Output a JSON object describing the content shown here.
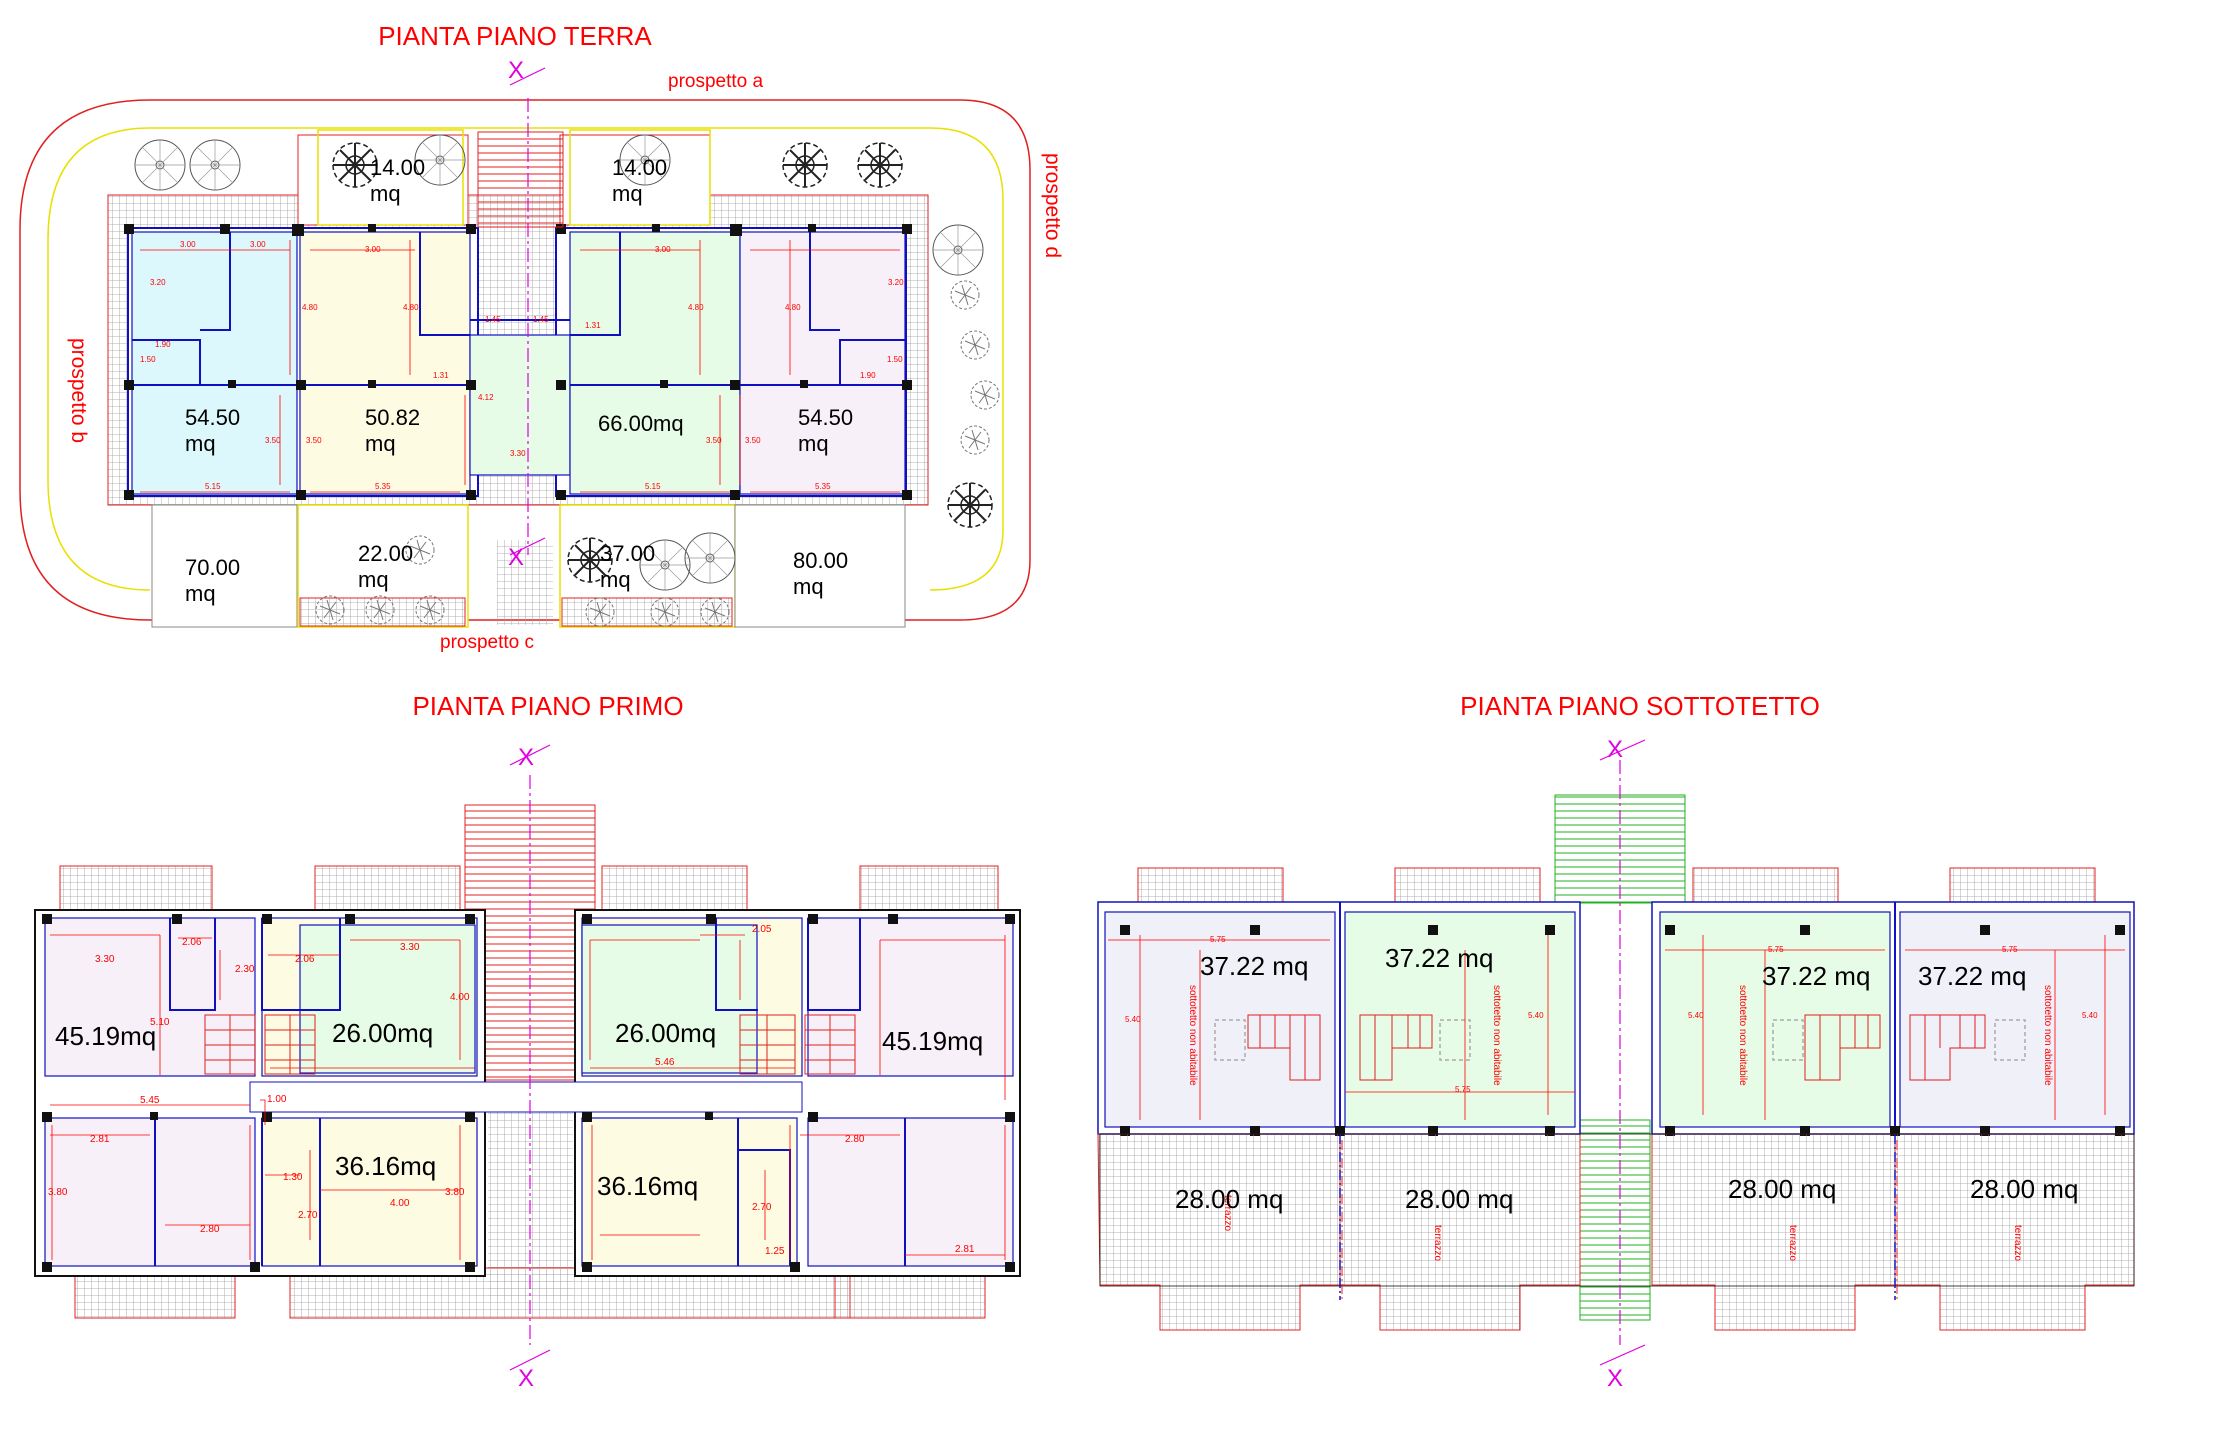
{
  "titles": {
    "ground": "PIANTA PIANO TERRA",
    "first": "PIANTA PIANO PRIMO",
    "attic": "PIANTA PIANO SOTTOTETTO"
  },
  "facades": {
    "a": "prospetto a",
    "b": "prospetto b",
    "c": "prospetto c",
    "d": "prospetto d"
  },
  "cut_marker": "X",
  "ground_floor": {
    "courts_top": [
      {
        "value": "14.00",
        "unit": "mq"
      },
      {
        "value": "14.00",
        "unit": "mq"
      }
    ],
    "units": [
      {
        "value": "54.50",
        "unit": "mq"
      },
      {
        "value": "50.82",
        "unit": "mq"
      },
      {
        "value": "66.00mq",
        "unit": ""
      },
      {
        "value": "54.50",
        "unit": "mq"
      }
    ],
    "gardens_bottom": [
      {
        "value": "70.00",
        "unit": "mq"
      },
      {
        "value": "22.00",
        "unit": "mq"
      },
      {
        "value": "37.00",
        "unit": "mq"
      },
      {
        "value": "80.00",
        "unit": "mq"
      }
    ],
    "dims": [
      "3.00",
      "3.00",
      "3.00",
      "3.00",
      "3.20",
      "3.20",
      "4.80",
      "4.80",
      "4.80",
      "4.80",
      "1.90",
      "1.90",
      "1.50",
      "1.50",
      "1.31",
      "1.31",
      "1.45",
      "1.45",
      "3.50",
      "3.50",
      "3.50",
      "3.50",
      "5.15",
      "5.35",
      "5.15",
      "5.35",
      "3.30",
      "4.12"
    ]
  },
  "first_floor": {
    "areas_top": [
      "45.19mq",
      "26.00mq",
      "26.00mq",
      "45.19mq"
    ],
    "areas_bottom": [
      "36.16mq",
      "36.16mq"
    ],
    "dims": [
      "3.30",
      "2.06",
      "2.30",
      "2.06",
      "3.30",
      "4.00",
      "5.10",
      "5.45",
      "1.00",
      "2.81",
      "3.80",
      "2.80",
      "1.30",
      "2.70",
      "4.00",
      "3.80",
      "2.05",
      "2.70",
      "1.25",
      "5.46",
      "2.80",
      "2.81"
    ]
  },
  "attic_floor": {
    "areas_top": [
      "37.22 mq",
      "37.22 mq",
      "37.22 mq",
      "37.22 mq"
    ],
    "areas_bottom": [
      "28.00 mq",
      "28.00 mq",
      "28.00 mq",
      "28.00 mq"
    ],
    "note_attic": "sottotetto non abitabile",
    "note_terrace": "terrazzo",
    "dims": [
      "5.75",
      "5.40"
    ]
  },
  "colors": {
    "label_red": "#ff0000",
    "wall_blue": "#1010c0",
    "outline_red": "#e02020",
    "boundary_yellow": "#e8e000",
    "axis_magenta": "#e000e0",
    "stair_green": "#20b020",
    "fill_cyan": "#dcf8fc",
    "fill_yellow": "#fdfbe2",
    "fill_green": "#e6fce6",
    "fill_lavender": "#f8f0f8",
    "fill_attic": "#f0f0f8"
  }
}
